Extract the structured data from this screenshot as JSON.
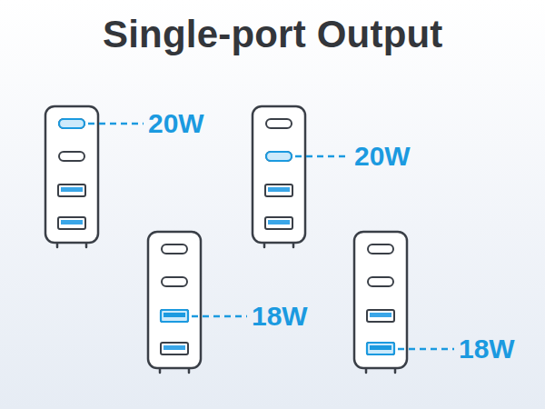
{
  "diagram": {
    "title": "Single-port Output",
    "labels": [
      "20W",
      "20W",
      "18W",
      "18W"
    ]
  }
}
